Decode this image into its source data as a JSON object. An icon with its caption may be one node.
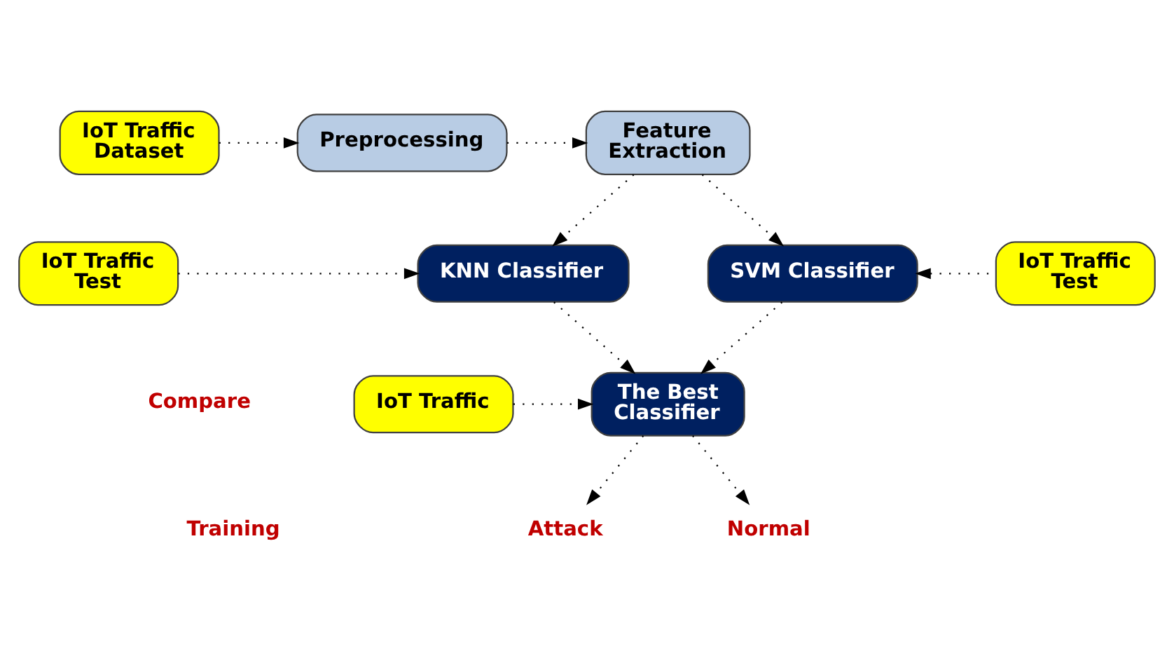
{
  "diagram": {
    "nodes": [
      {
        "text": [
          "IoT Traffic Dataset"
        ]
      },
      {
        "text": [
          "Preprocessing"
        ]
      },
      {
        "text": [
          "Feature Extraction"
        ]
      },
      {
        "text": [
          "IoT Traffic Test"
        ]
      },
      {
        "text": [
          "KNN Classifier"
        ]
      },
      {
        "text": [
          "SVM Classifier"
        ]
      },
      {
        "text": [
          "IoT Traffic Test"
        ]
      },
      {
        "text": [
          "IoT Traffic"
        ]
      },
      {
        "text": [
          "The Best Classifier"
        ]
      },
      {
        "text": [
          "Normal"
        ]
      },
      {
        "text": [
          "Attack"
        ]
      }
    ],
    "edges": [
      {
        "from": 0,
        "to": 1,
        "arrow": "to"
      },
      {
        "from": 1,
        "to": 2,
        "arrow": "to"
      },
      {
        "from": 2,
        "to": 4,
        "arrow": "to"
      },
      {
        "from": 2,
        "to": 5,
        "arrow": "to"
      },
      {
        "from": 3,
        "to": 4,
        "arrow": "to"
      },
      {
        "from": 6,
        "to": 5,
        "arrow": "to"
      },
      {
        "from": 4,
        "to": 8,
        "arrow": "to"
      },
      {
        "from": 5,
        "to": 8,
        "arrow": "to"
      },
      {
        "from": 7,
        "to": 8,
        "arrow": "to"
      },
      {
        "from": 8,
        "to": 9,
        "arrow": "to"
      },
      {
        "from": 8,
        "to": 10,
        "arrow": "to"
      }
    ],
    "labels": [
      "Training",
      "Compare"
    ]
  }
}
